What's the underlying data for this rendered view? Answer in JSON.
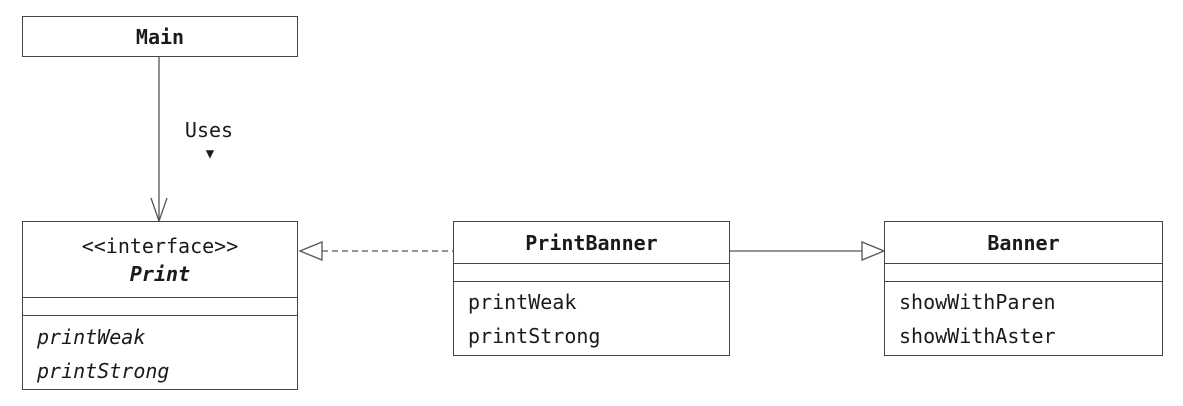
{
  "classes": {
    "main": {
      "name": "Main"
    },
    "print": {
      "stereotype": "<<interface>>",
      "name": "Print",
      "operations": [
        "printWeak",
        "printStrong"
      ]
    },
    "print_banner": {
      "name": "PrintBanner",
      "operations": [
        "printWeak",
        "printStrong"
      ]
    },
    "banner": {
      "name": "Banner",
      "operations": [
        "showWithParen",
        "showWithAster"
      ]
    }
  },
  "relations": {
    "uses": {
      "label": "Uses",
      "marker": "▼"
    }
  }
}
